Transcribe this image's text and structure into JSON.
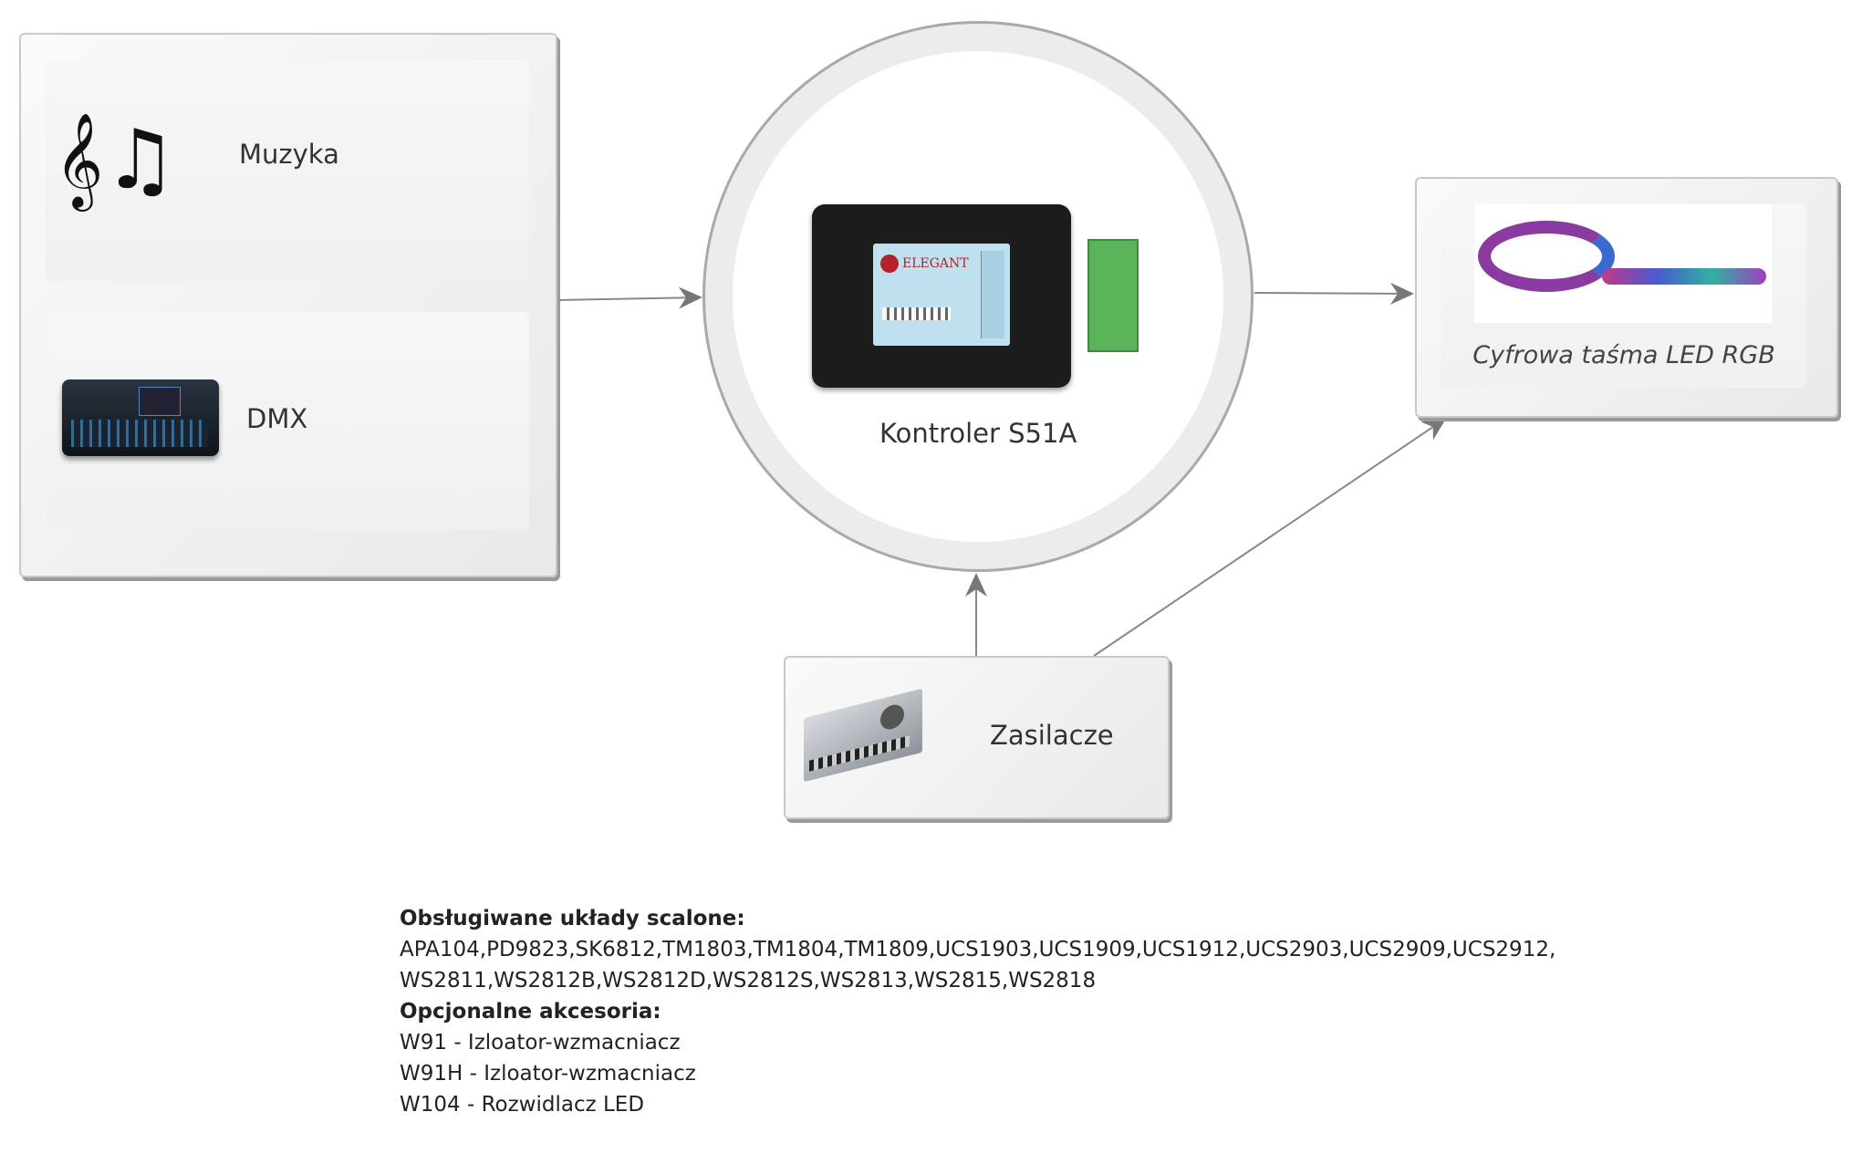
{
  "inputs": {
    "music_label": "Muzyka",
    "dmx_label": "DMX"
  },
  "controller": {
    "label": "Kontroler S51A",
    "brand": "ELEGANT"
  },
  "output": {
    "label": "Cyfrowa taśma LED RGB"
  },
  "power": {
    "label": "Zasilacze"
  },
  "notes": {
    "chips_heading": "Obsługiwane układy scalone:",
    "chips_line1": "APA104,PD9823,SK6812,TM1803,TM1804,TM1809,UCS1903,UCS1909,UCS1912,UCS2903,UCS2909,UCS2912,",
    "chips_line2": "WS2811,WS2812B,WS2812D,WS2812S,WS2813,WS2815,WS2818",
    "accessories_heading": "Opcjonalne akcesoria:",
    "accessories": [
      "W91 - Izloator-wzmacniacz",
      "W91H - Izloator-wzmacniacz",
      "W104 - Rozwidlacz LED"
    ]
  }
}
